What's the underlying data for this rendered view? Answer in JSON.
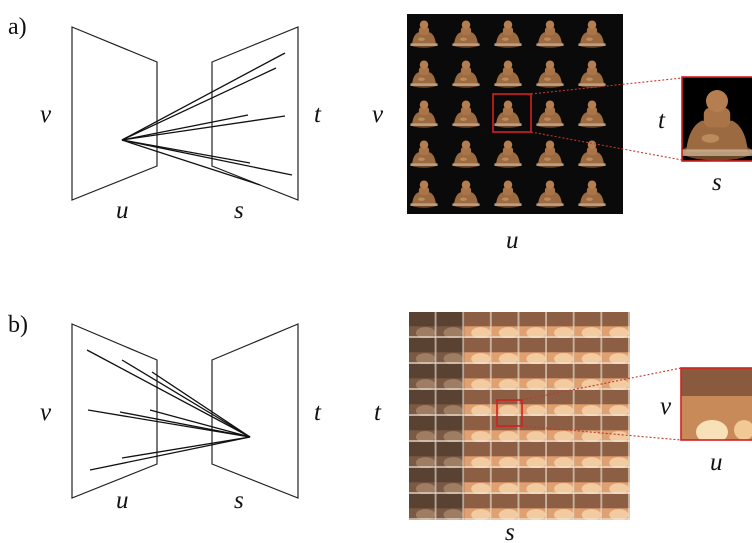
{
  "panels": [
    {
      "label": "a)",
      "left_diagram": {
        "left_plane_axes": [
          "u",
          "v"
        ],
        "right_plane_axes": [
          "s",
          "t"
        ]
      },
      "mosaic": {
        "outer_axes": [
          "u",
          "v"
        ],
        "inset_axes": [
          "s",
          "t"
        ],
        "content": "grid of Buddha statue images",
        "grid": [
          5,
          5
        ]
      }
    },
    {
      "label": "b)",
      "left_diagram": {
        "left_plane_axes": [
          "u",
          "v"
        ],
        "right_plane_axes": [
          "s",
          "t"
        ]
      },
      "mosaic": {
        "outer_axes": [
          "s",
          "t"
        ],
        "inset_axes": [
          "u",
          "v"
        ],
        "content": "grid of pixel-patch images",
        "grid": [
          8,
          8
        ]
      }
    }
  ],
  "colors": {
    "highlight": "#d42020",
    "statue": "#8a5a32",
    "background_dark": "#0a0a0a",
    "patch_warm": "#c98a5a"
  }
}
